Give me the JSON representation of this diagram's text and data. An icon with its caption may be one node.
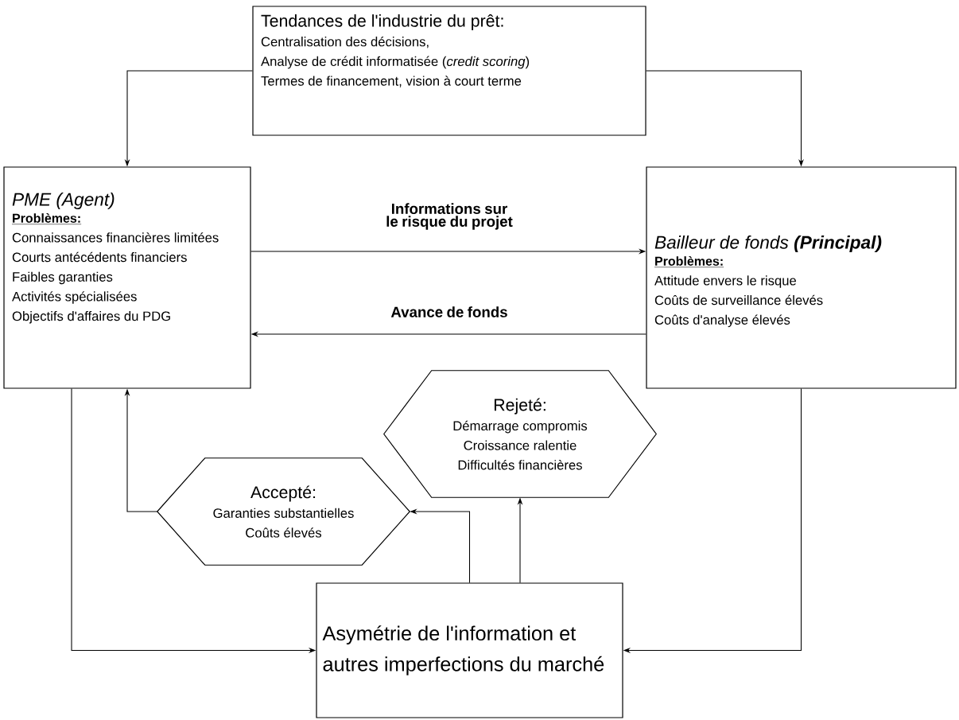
{
  "diagram": {
    "nodes": [
      {
        "text": [
          "Tendances de l'industrie du prêt:",
          "Centralisation des décisions,",
          "Analyse de crédit informatisée (*credit scoring*)",
          "Termes de financement, vision à court terme"
        ]
      },
      {
        "text": [
          "PME (Agent)",
          "Problèmes:",
          "Connaissances financières limitées",
          "Courts antécédents financiers",
          "Faibles garanties",
          "Activités spécialisées",
          "Objectifs d'affaires du PDG"
        ]
      },
      {
        "text": [
          "Bailleur de fonds **(Principal)**",
          "Problèmes:",
          "Attitude envers le risque",
          "Coûts de surveillance élevés",
          "Coûts d'analyse élevés"
        ]
      },
      {
        "text": [
          "Rejeté:",
          "Démarrage compromis",
          "Croissance ralentie",
          "Difficultés financières"
        ]
      },
      {
        "text": [
          "Accepté:",
          "Garanties substantielles",
          "Coûts élevés"
        ]
      },
      {
        "text": [
          "Asymétrie de l'information et autres imperfections du marché"
        ]
      }
    ],
    "edges": [
      {
        "from": 0,
        "to": 1,
        "arrow": "to"
      },
      {
        "from": 0,
        "to": 2,
        "arrow": "to"
      },
      {
        "from": 1,
        "to": 2,
        "arrow": "to",
        "label": "Informations sur le risque du projet"
      },
      {
        "from": 2,
        "to": 1,
        "arrow": "to",
        "label": "Avance de fonds"
      },
      {
        "from": 4,
        "to": 1,
        "arrow": "to"
      },
      {
        "from": 5,
        "to": 4,
        "arrow": "to"
      },
      {
        "from": 5,
        "to": 3,
        "arrow": "to"
      },
      {
        "from": 1,
        "to": 5,
        "arrow": "to"
      },
      {
        "from": 2,
        "to": 5,
        "arrow": "to"
      }
    ]
  }
}
